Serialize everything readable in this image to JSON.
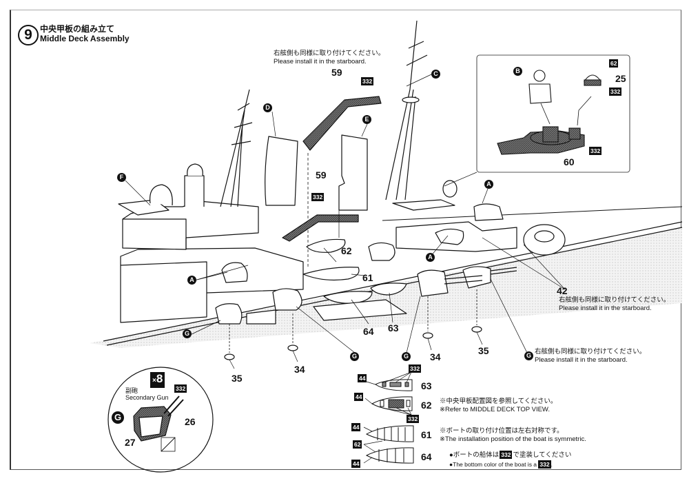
{
  "step": {
    "number": "9",
    "title_jp": "中央甲板の組み立て",
    "title_en": "Middle Deck Assembly"
  },
  "notes": {
    "starboard_jp": "右舷側も同様に取り付けてください。",
    "starboard_en": "Please install it in the starboard.",
    "refer_jp": "※中央甲板配置図を参照してください。",
    "refer_en": "※Refer to MIDDLE DECK TOP VIEW.",
    "symmetric_jp": "※ボートの取り付け位置は左右対称です。",
    "symmetric_en": "※The installation position of the boat is symmetric.",
    "boat_color_jp_pre": "●ボートの船体は",
    "boat_color_jp_post": "で塗装してください",
    "boat_color_en_pre": "●The bottom color of the boat is a",
    "boat_color_en_post": "."
  },
  "subassemblies": {
    "A": "A",
    "B": "B",
    "C": "C",
    "D": "D",
    "E": "E",
    "F": "F",
    "G": "G"
  },
  "parts": {
    "p59": "59",
    "p60": "60",
    "p61": "61",
    "p62": "62",
    "p63": "63",
    "p64": "64",
    "p42": "42",
    "p34": "34",
    "p35": "35",
    "p25": "25",
    "p26": "26",
    "p27": "27"
  },
  "paint_codes": {
    "c332": "332",
    "c62": "62",
    "c44": "44"
  },
  "secondary_gun": {
    "label_jp": "副砲",
    "label_en": "Secondary Gun",
    "quantity_prefix": "×",
    "quantity": "8"
  },
  "icons": {
    "no_glue": "no-cement-icon"
  }
}
